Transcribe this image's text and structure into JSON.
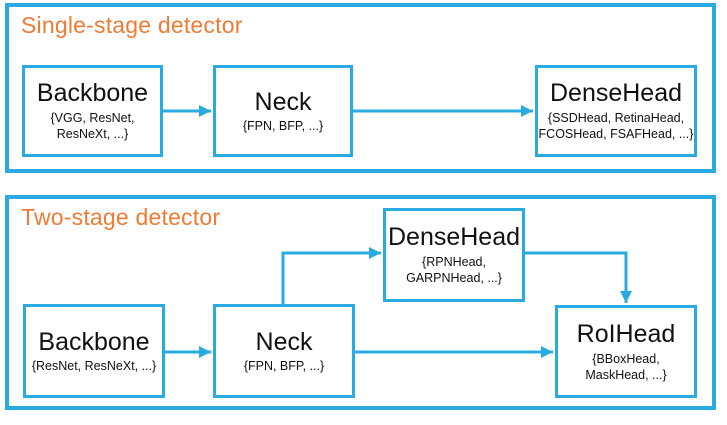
{
  "colors": {
    "accent": "#29ABE2",
    "title": "#EF7B35",
    "text": "#111111",
    "bg": "#FFFFFF"
  },
  "single_stage": {
    "title": "Single-stage detector",
    "nodes": {
      "backbone": {
        "label": "Backbone",
        "sub": "{VGG, ResNet,\nResNeXt, ...}"
      },
      "neck": {
        "label": "Neck",
        "sub": "{FPN, BFP, ...}"
      },
      "dense_head": {
        "label": "DenseHead",
        "sub": "{SSDHead, RetinaHead,\nFCOSHead, FSAFHead, ...}"
      }
    }
  },
  "two_stage": {
    "title": "Two-stage detector",
    "nodes": {
      "backbone": {
        "label": "Backbone",
        "sub": "{ResNet, ResNeXt, ...}"
      },
      "neck": {
        "label": "Neck",
        "sub": "{FPN, BFP, ...}"
      },
      "dense_head": {
        "label": "DenseHead",
        "sub": "{RPNHead,\nGARPNHead, ...}"
      },
      "roi_head": {
        "label": "RoIHead",
        "sub": "{BBoxHead,\nMaskHead, ...}"
      }
    }
  }
}
